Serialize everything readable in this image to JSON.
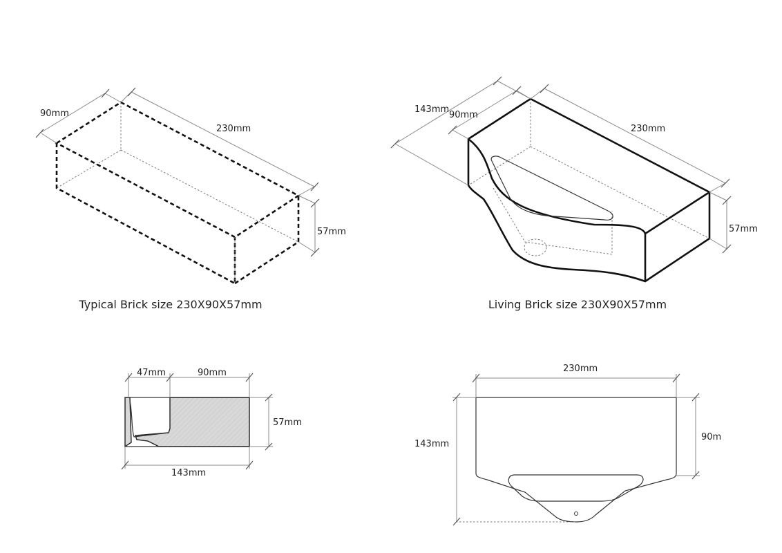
{
  "diagrams": {
    "typical_brick": {
      "caption": "Typical Brick size 230X90X57mm",
      "dim_width": "90mm",
      "dim_length": "230mm",
      "dim_height": "57mm"
    },
    "living_brick": {
      "caption": "Living Brick size 230X90X57mm",
      "dim_depth_total": "143mm",
      "dim_width": "90mm",
      "dim_length": "230mm",
      "dim_height": "57mm"
    },
    "section_view": {
      "dim_ledge": "47mm",
      "dim_body": "90mm",
      "dim_height": "57mm",
      "dim_total": "143mm"
    },
    "plan_view": {
      "dim_length": "230mm",
      "dim_depth_total": "143mm",
      "dim_body": "90m"
    }
  }
}
